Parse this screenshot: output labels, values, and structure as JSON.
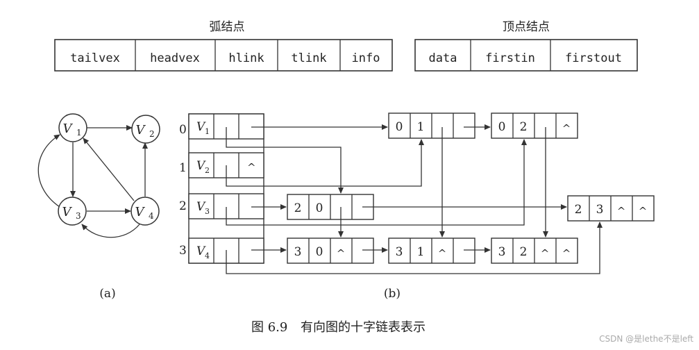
{
  "arc_node": {
    "title": "弧结点",
    "fields": [
      "tailvex",
      "headvex",
      "hlink",
      "tlink",
      "info"
    ]
  },
  "vertex_node": {
    "title": "顶点结点",
    "fields": [
      "data",
      "firstin",
      "firstout"
    ]
  },
  "graph_a": {
    "label": "(a)",
    "vertices": [
      {
        "id": "v1",
        "name": "V",
        "sub": "1"
      },
      {
        "id": "v2",
        "name": "V",
        "sub": "2"
      },
      {
        "id": "v3",
        "name": "V",
        "sub": "3"
      },
      {
        "id": "v4",
        "name": "V",
        "sub": "4"
      }
    ]
  },
  "list_b": {
    "label": "(b)",
    "indices": [
      "0",
      "1",
      "2",
      "3"
    ],
    "vertex_names": [
      {
        "name": "V",
        "sub": "1"
      },
      {
        "name": "V",
        "sub": "2"
      },
      {
        "name": "V",
        "sub": "3"
      },
      {
        "name": "V",
        "sub": "4"
      }
    ],
    "null_symbol": "^",
    "arcs": [
      {
        "id": "a01",
        "tail": "0",
        "head": "1"
      },
      {
        "id": "a02",
        "tail": "0",
        "head": "2"
      },
      {
        "id": "a20",
        "tail": "2",
        "head": "0"
      },
      {
        "id": "a23",
        "tail": "2",
        "head": "3"
      },
      {
        "id": "a30",
        "tail": "3",
        "head": "0"
      },
      {
        "id": "a31",
        "tail": "3",
        "head": "1"
      },
      {
        "id": "a32",
        "tail": "3",
        "head": "2"
      }
    ]
  },
  "caption": {
    "figure": "图 6.9",
    "text": "有向图的十字链表表示"
  },
  "watermark": "CSDN @是lethe不是left"
}
